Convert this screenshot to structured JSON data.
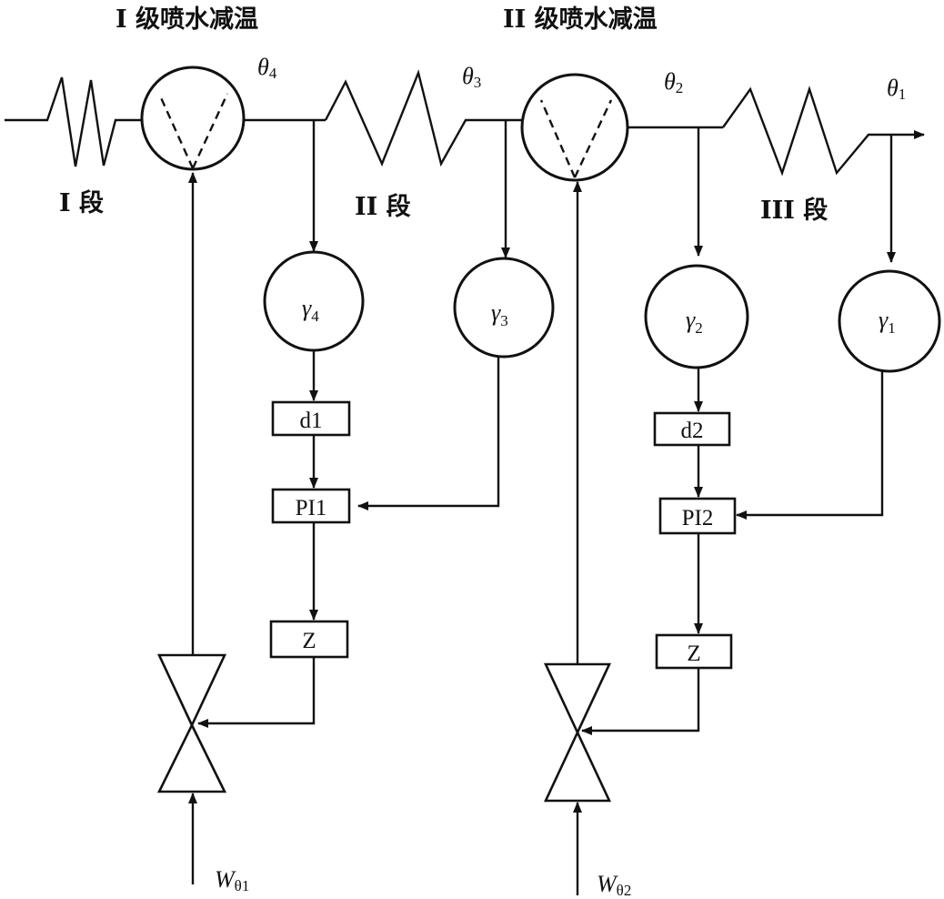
{
  "titles": {
    "stage1": "I 级喷水减温",
    "stage2": "II 级喷水减温"
  },
  "segments": {
    "seg1": "I 段",
    "seg2": "II 段",
    "seg3": "III 段"
  },
  "temperatures": {
    "t4": {
      "base": "θ",
      "sub": "4"
    },
    "t3": {
      "base": "θ",
      "sub": "3"
    },
    "t2": {
      "base": "θ",
      "sub": "2"
    },
    "t1": {
      "base": "θ",
      "sub": "1"
    }
  },
  "sensors": {
    "g4": {
      "base": "γ",
      "sub": "4"
    },
    "g3": {
      "base": "γ",
      "sub": "3"
    },
    "g2": {
      "base": "γ",
      "sub": "2"
    },
    "g1": {
      "base": "γ",
      "sub": "1"
    }
  },
  "blocks": {
    "d1": "d1",
    "pi1": "PI1",
    "z1": "Z",
    "d2": "d2",
    "pi2": "PI2",
    "z2": "Z"
  },
  "water_flows": {
    "w1": {
      "base": "W",
      "sub": "θ1"
    },
    "w2": {
      "base": "W",
      "sub": "θ2"
    }
  }
}
